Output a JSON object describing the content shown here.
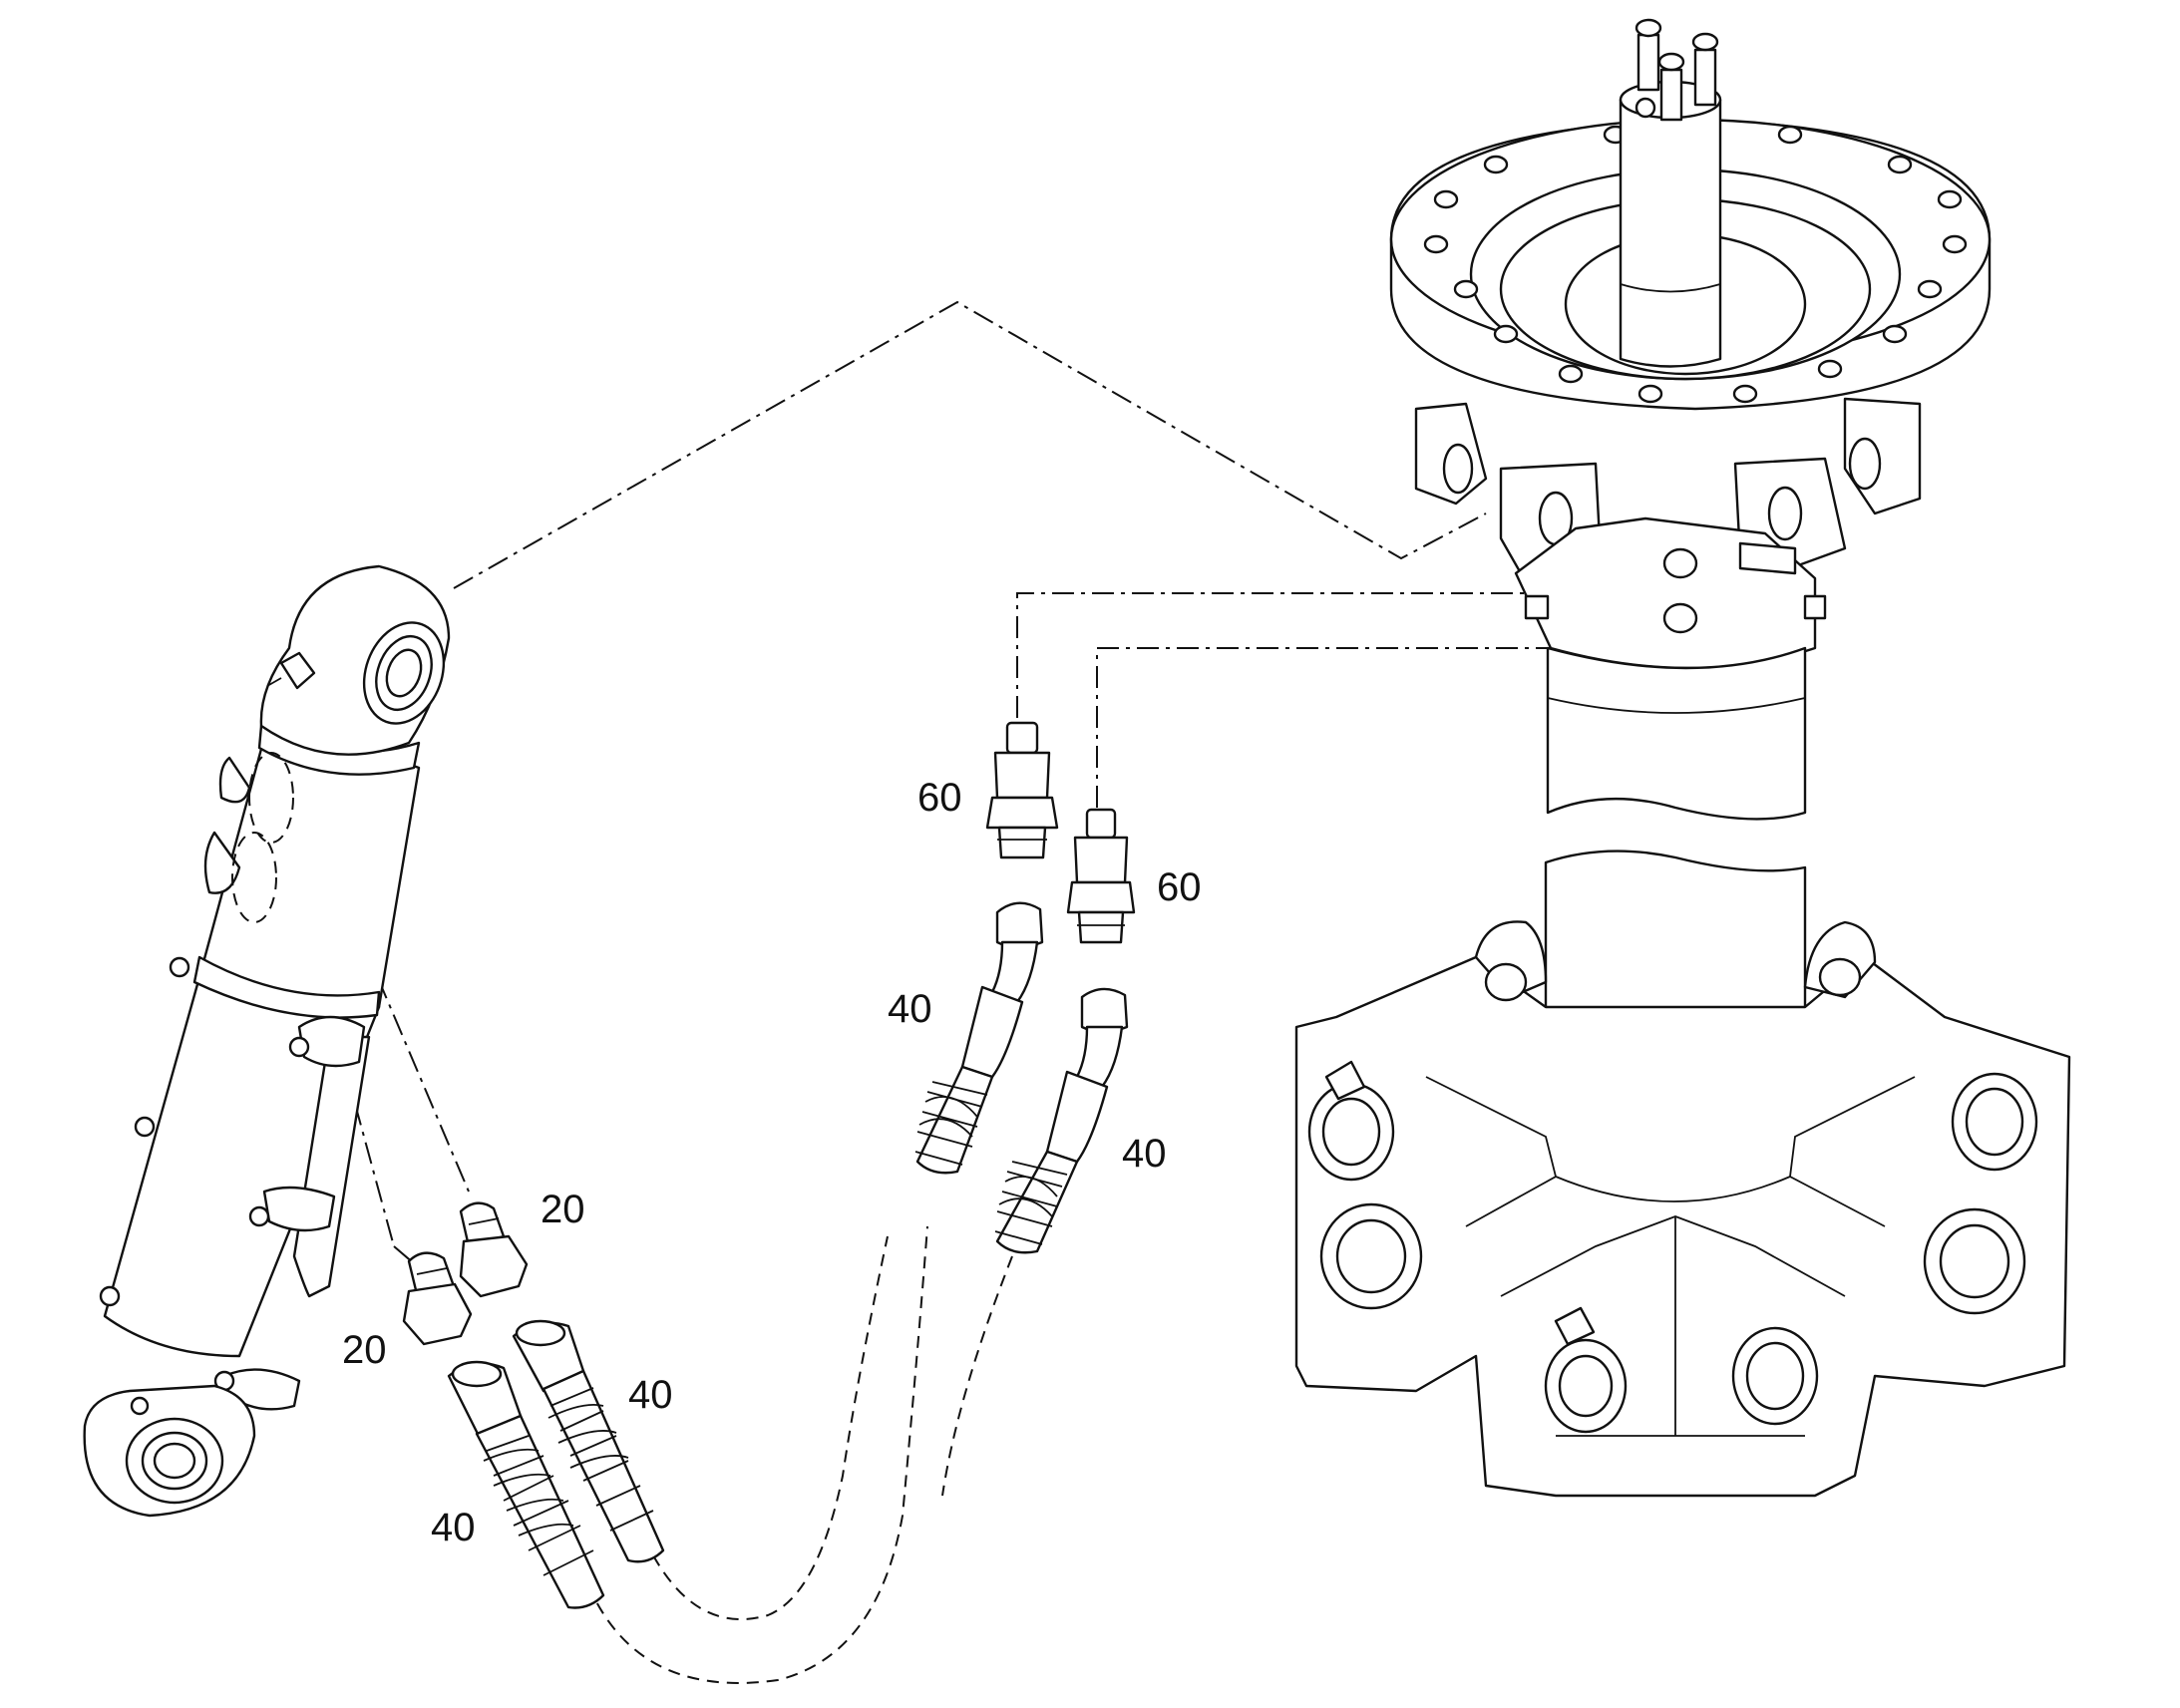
{
  "diagram": {
    "callouts": [
      {
        "id": "c20a",
        "label": "20"
      },
      {
        "id": "c20b",
        "label": "20"
      },
      {
        "id": "c40a",
        "label": "40"
      },
      {
        "id": "c40b",
        "label": "40"
      },
      {
        "id": "c40c",
        "label": "40"
      },
      {
        "id": "c40d",
        "label": "40"
      },
      {
        "id": "c60a",
        "label": "60"
      },
      {
        "id": "c60b",
        "label": "60"
      }
    ],
    "colors": {
      "line": "#111111",
      "background": "#ffffff"
    }
  }
}
